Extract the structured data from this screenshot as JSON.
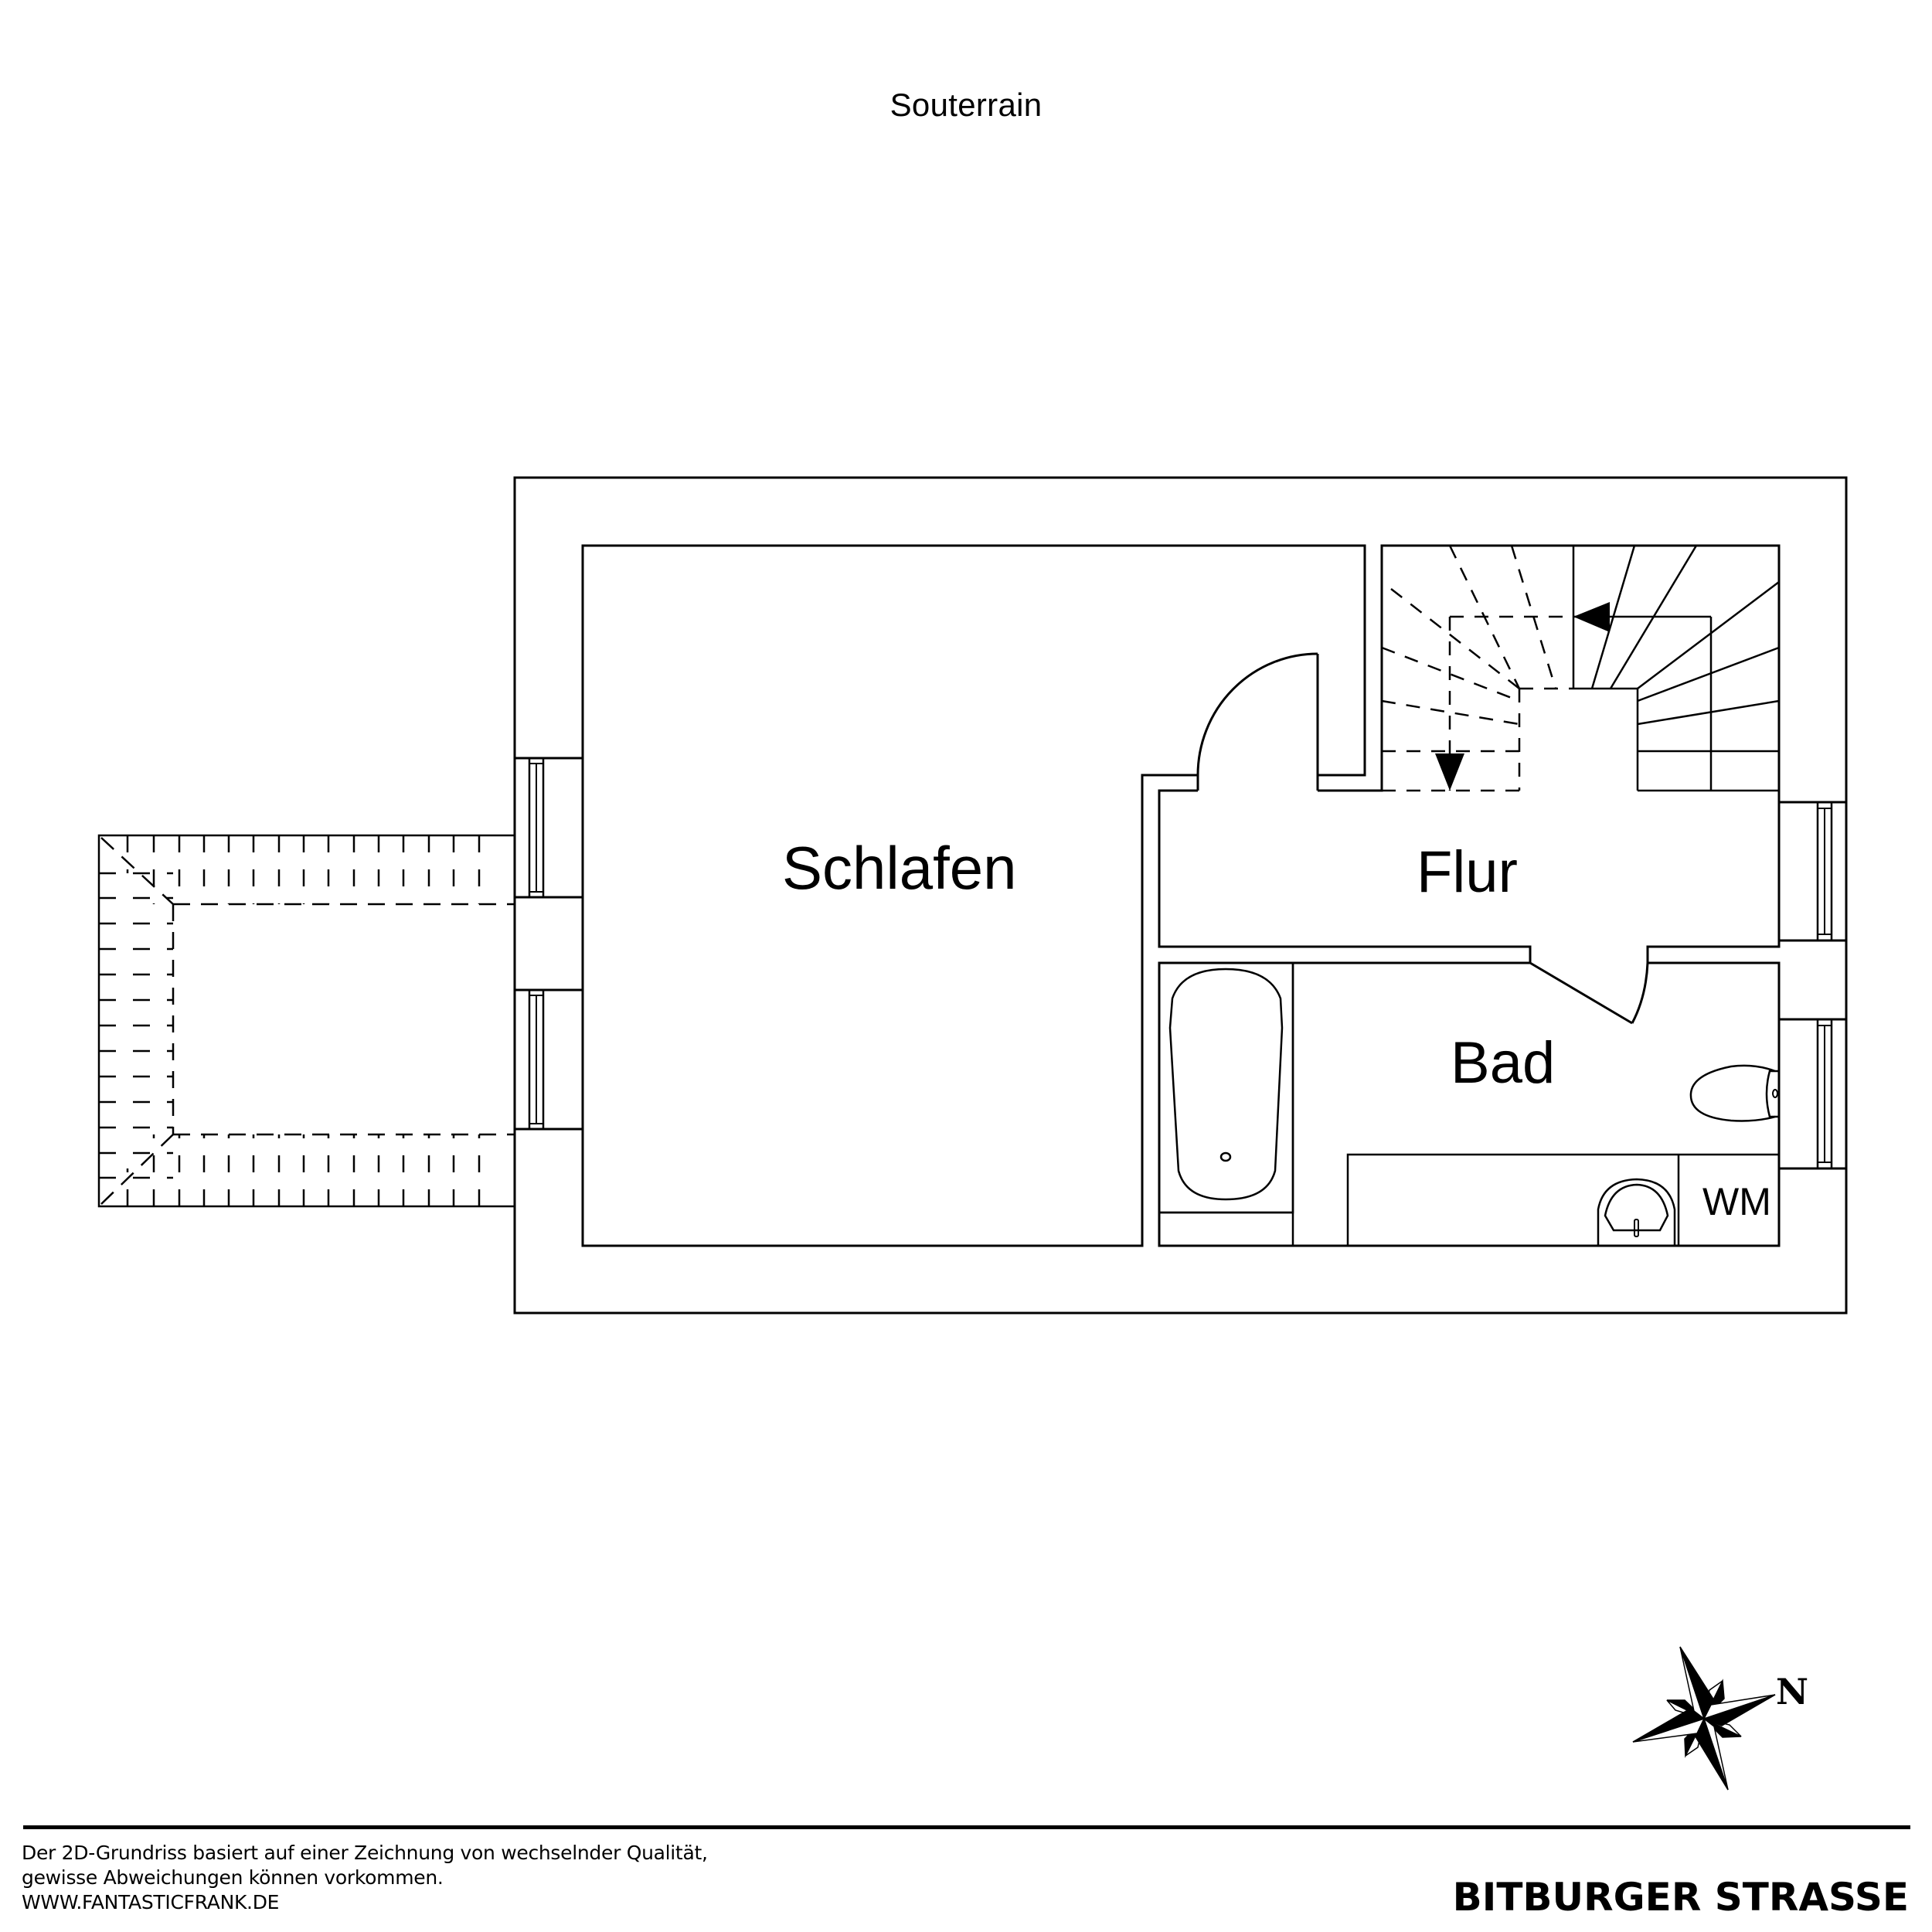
{
  "floor": {
    "title": "Souterrain"
  },
  "rooms": [
    {
      "id": "schlafen",
      "label": "Schlafen"
    },
    {
      "id": "flur",
      "label": "Flur"
    },
    {
      "id": "bad",
      "label": "Bad"
    },
    {
      "id": "wm",
      "label": "WM"
    }
  ],
  "fixtures": [
    "bathtub",
    "toilet",
    "washbasin",
    "washing-machine-space",
    "staircase",
    "terrace",
    "windows",
    "doors"
  ],
  "compass": {
    "north_label": "N",
    "icon": "compass-rose-icon"
  },
  "footer": {
    "disclaimer_line1": "Der 2D-Grundriss basiert auf einer Zeichnung von wechselnder Qualität,",
    "disclaimer_line2": "gewisse Abweichungen können vorkommen.",
    "website": "WWW.FANTASTICFRANK.DE",
    "street": "BITBURGER STRASSE"
  },
  "colors": {
    "line": "#000000",
    "background": "#ffffff"
  }
}
